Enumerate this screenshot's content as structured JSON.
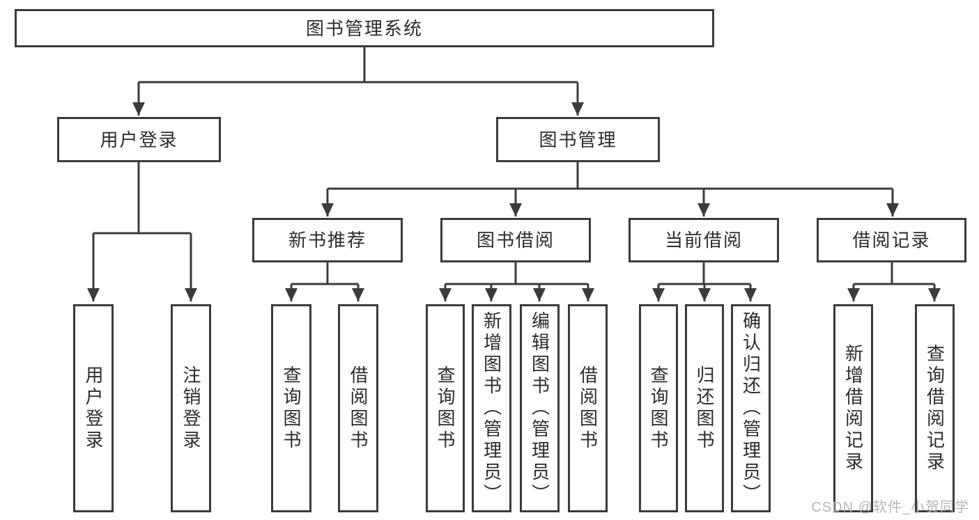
{
  "diagram": {
    "title": "图书管理系统",
    "nodes": [
      {
        "id": "root",
        "label": "图书管理系统",
        "parent": null,
        "vertical": false
      },
      {
        "id": "user-login",
        "label": "用户登录",
        "parent": "root",
        "vertical": false
      },
      {
        "id": "book-mgmt",
        "label": "图书管理",
        "parent": "root",
        "vertical": false
      },
      {
        "id": "new-book-rec",
        "label": "新书推荐",
        "parent": "book-mgmt",
        "vertical": false
      },
      {
        "id": "book-borrow",
        "label": "图书借阅",
        "parent": "book-mgmt",
        "vertical": false
      },
      {
        "id": "current-borrow",
        "label": "当前借阅",
        "parent": "book-mgmt",
        "vertical": false
      },
      {
        "id": "borrow-records",
        "label": "借阅记录",
        "parent": "book-mgmt",
        "vertical": false
      },
      {
        "id": "leaf-user-login",
        "label": "用户登录",
        "parent": "user-login",
        "vertical": true
      },
      {
        "id": "leaf-logout",
        "label": "注销登录",
        "parent": "user-login",
        "vertical": true
      },
      {
        "id": "leaf-query-book-rec",
        "label": "查询图书",
        "parent": "new-book-rec",
        "vertical": true
      },
      {
        "id": "leaf-borrow-book-rec",
        "label": "借阅图书",
        "parent": "new-book-rec",
        "vertical": true
      },
      {
        "id": "leaf-query-book-borrow",
        "label": "查询图书",
        "parent": "book-borrow",
        "vertical": true
      },
      {
        "id": "leaf-add-book",
        "label": "新增图书（管理员）",
        "parent": "book-borrow",
        "vertical": true
      },
      {
        "id": "leaf-edit-book",
        "label": "编辑图书（管理员）",
        "parent": "book-borrow",
        "vertical": true
      },
      {
        "id": "leaf-borrow-book",
        "label": "借阅图书",
        "parent": "book-borrow",
        "vertical": true
      },
      {
        "id": "leaf-query-book-cur",
        "label": "查询图书",
        "parent": "current-borrow",
        "vertical": true
      },
      {
        "id": "leaf-return-book",
        "label": "归还图书",
        "parent": "current-borrow",
        "vertical": true
      },
      {
        "id": "leaf-confirm-return",
        "label": "确认归还（管理员）",
        "parent": "current-borrow",
        "vertical": true
      },
      {
        "id": "leaf-add-record",
        "label": "新增借阅记录",
        "parent": "borrow-records",
        "vertical": true
      },
      {
        "id": "leaf-query-record",
        "label": "查询借阅记录",
        "parent": "borrow-records",
        "vertical": true
      }
    ]
  },
  "watermark": {
    "text": "CSDN @软件_小贺同学"
  },
  "colors": {
    "line": "#3b3b3b",
    "text": "#2b2b2b",
    "background": "#ffffff",
    "watermark": "#b5b5b5"
  }
}
